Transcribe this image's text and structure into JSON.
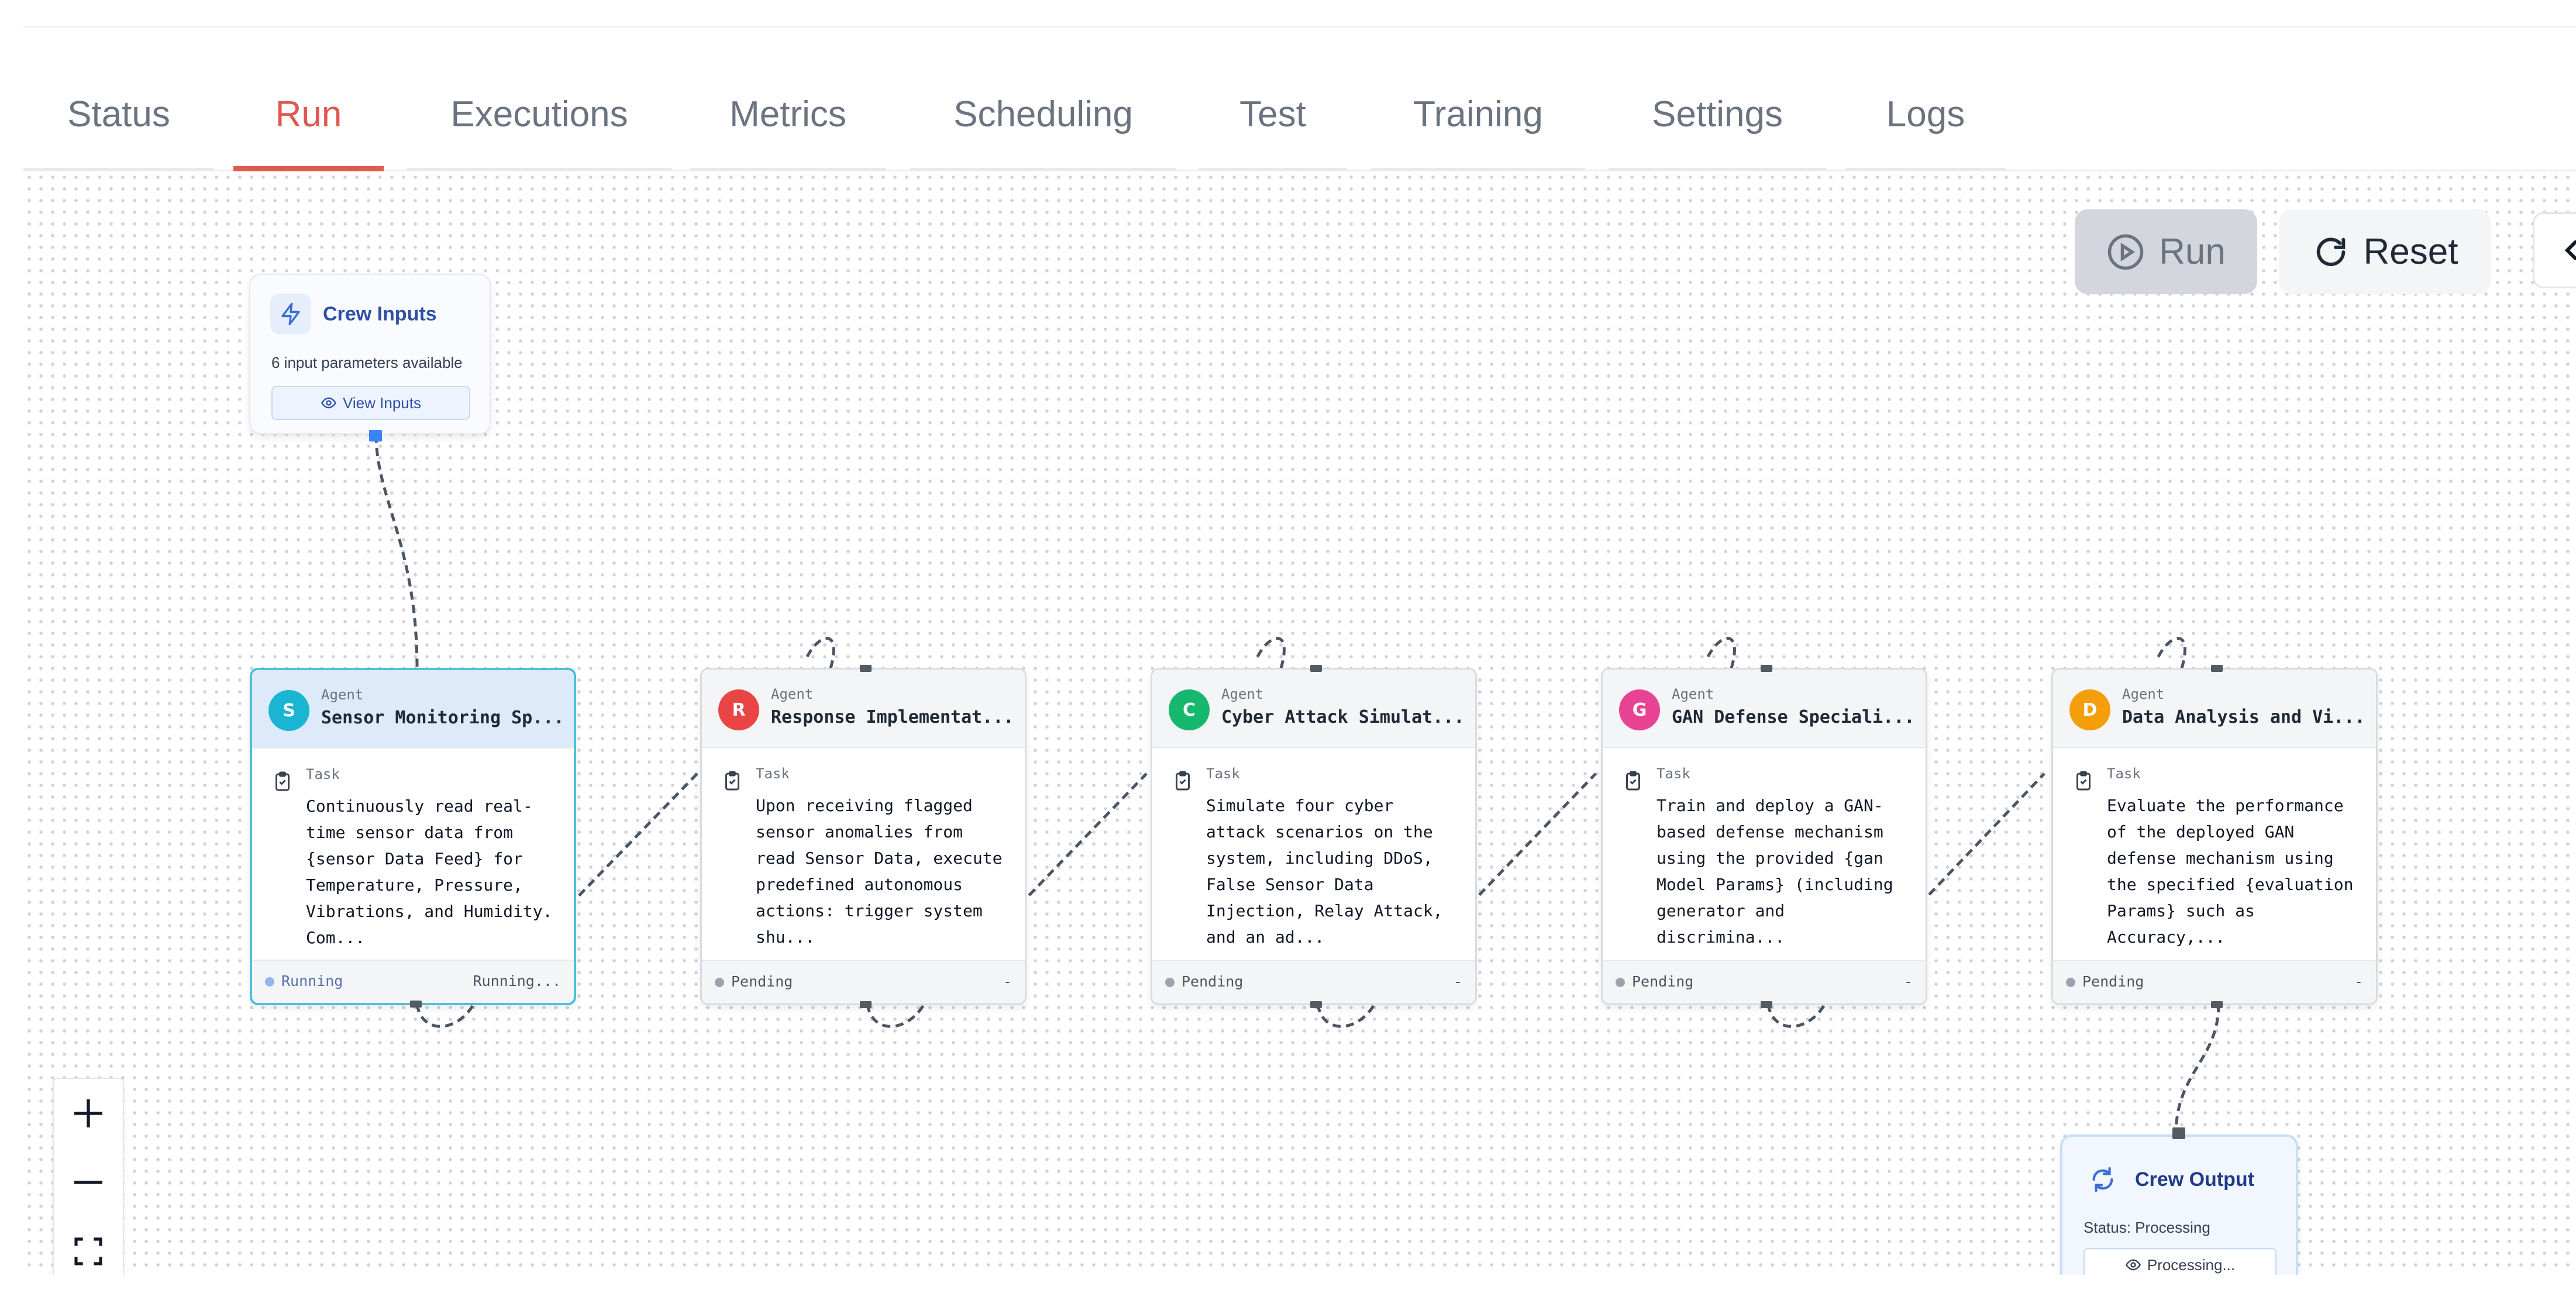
{
  "tabs": [
    {
      "label": "Status",
      "active": false
    },
    {
      "label": "Run",
      "active": true
    },
    {
      "label": "Executions",
      "active": false
    },
    {
      "label": "Metrics",
      "active": false
    },
    {
      "label": "Scheduling",
      "active": false
    },
    {
      "label": "Test",
      "active": false
    },
    {
      "label": "Training",
      "active": false
    },
    {
      "label": "Settings",
      "active": false
    },
    {
      "label": "Logs",
      "active": false
    }
  ],
  "toolbar": {
    "run_label": "Run",
    "reset_label": "Reset",
    "run_icon": "play-circle-icon",
    "reset_icon": "refresh-icon",
    "collapse_icon": "chevron-left-icon"
  },
  "crew_inputs": {
    "title": "Crew Inputs",
    "subtitle": "6 input parameters available",
    "button_label": "View Inputs",
    "icon": "lightning-icon"
  },
  "crew_output": {
    "title": "Crew Output",
    "status": "Status: Processing",
    "button_label": "Processing...",
    "icon": "sync-icon"
  },
  "nodes": [
    {
      "initial": "S",
      "color": "#19b5d3",
      "agent_label": "Agent",
      "agent_name": "Sensor Monitoring Sp...",
      "task_label": "Task",
      "task_text": "Continuously read real-\ntime sensor data from\n{sensor Data Feed} for\nTemperature, Pressure,\nVibrations, and Humidity.\nCom...",
      "status": "Running",
      "status_right": "Running...",
      "active": true
    },
    {
      "initial": "R",
      "color": "#ea4545",
      "agent_label": "Agent",
      "agent_name": "Response Implementat...",
      "task_label": "Task",
      "task_text": "Upon receiving flagged\nsensor anomalies from\nread Sensor Data, execute\npredefined autonomous\nactions: trigger system\nshu...",
      "status": "Pending",
      "status_right": "-",
      "active": false
    },
    {
      "initial": "C",
      "color": "#16b86e",
      "agent_label": "Agent",
      "agent_name": "Cyber Attack Simulat...",
      "task_label": "Task",
      "task_text": "Simulate four cyber\nattack scenarios on the\nsystem, including DDoS,\nFalse Sensor Data\nInjection, Relay Attack,\nand an ad...",
      "status": "Pending",
      "status_right": "-",
      "active": false
    },
    {
      "initial": "G",
      "color": "#e84393",
      "agent_label": "Agent",
      "agent_name": "GAN Defense Speciali...",
      "task_label": "Task",
      "task_text": "Train and deploy a GAN-\nbased defense mechanism\nusing the provided {gan\nModel Params} (including\ngenerator and\ndiscrimina...",
      "status": "Pending",
      "status_right": "-",
      "active": false
    },
    {
      "initial": "D",
      "color": "#f59e0b",
      "agent_label": "Agent",
      "agent_name": "Data Analysis and Vi...",
      "task_label": "Task",
      "task_text": "Evaluate the performance\nof the deployed GAN\ndefense mechanism using\nthe specified {evaluation\nParams} such as\nAccuracy,...",
      "status": "Pending",
      "status_right": "-",
      "active": false
    }
  ],
  "zoom_controls": {
    "zoom_in_icon": "plus-icon",
    "zoom_out_icon": "minus-icon",
    "fit_icon": "fullscreen-icon"
  }
}
